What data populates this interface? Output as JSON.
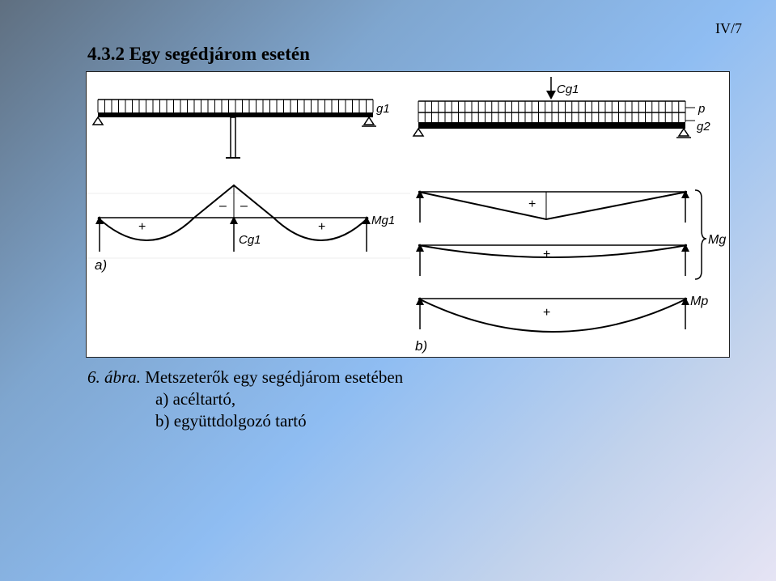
{
  "slide": {
    "title": "4.3.2 Egy segédjárom esetén",
    "page_number": "IV/7"
  },
  "figure": {
    "labels": {
      "a": "a)",
      "b": "b)",
      "g1": "g1",
      "mg1": "Mg1",
      "cg1_top": "Cg1",
      "cg1_bottom": "Cg1",
      "p": "p",
      "g2": "g2",
      "mg": "Mg",
      "mp": "Mp"
    },
    "signs": {
      "plus": "+",
      "minus": "–"
    }
  },
  "caption": {
    "number": "6. ábra.",
    "text": " Metszeterők egy segédjárom esetében",
    "line2": "a) acéltartó,",
    "line3": "b) együttdolgozó tartó"
  }
}
